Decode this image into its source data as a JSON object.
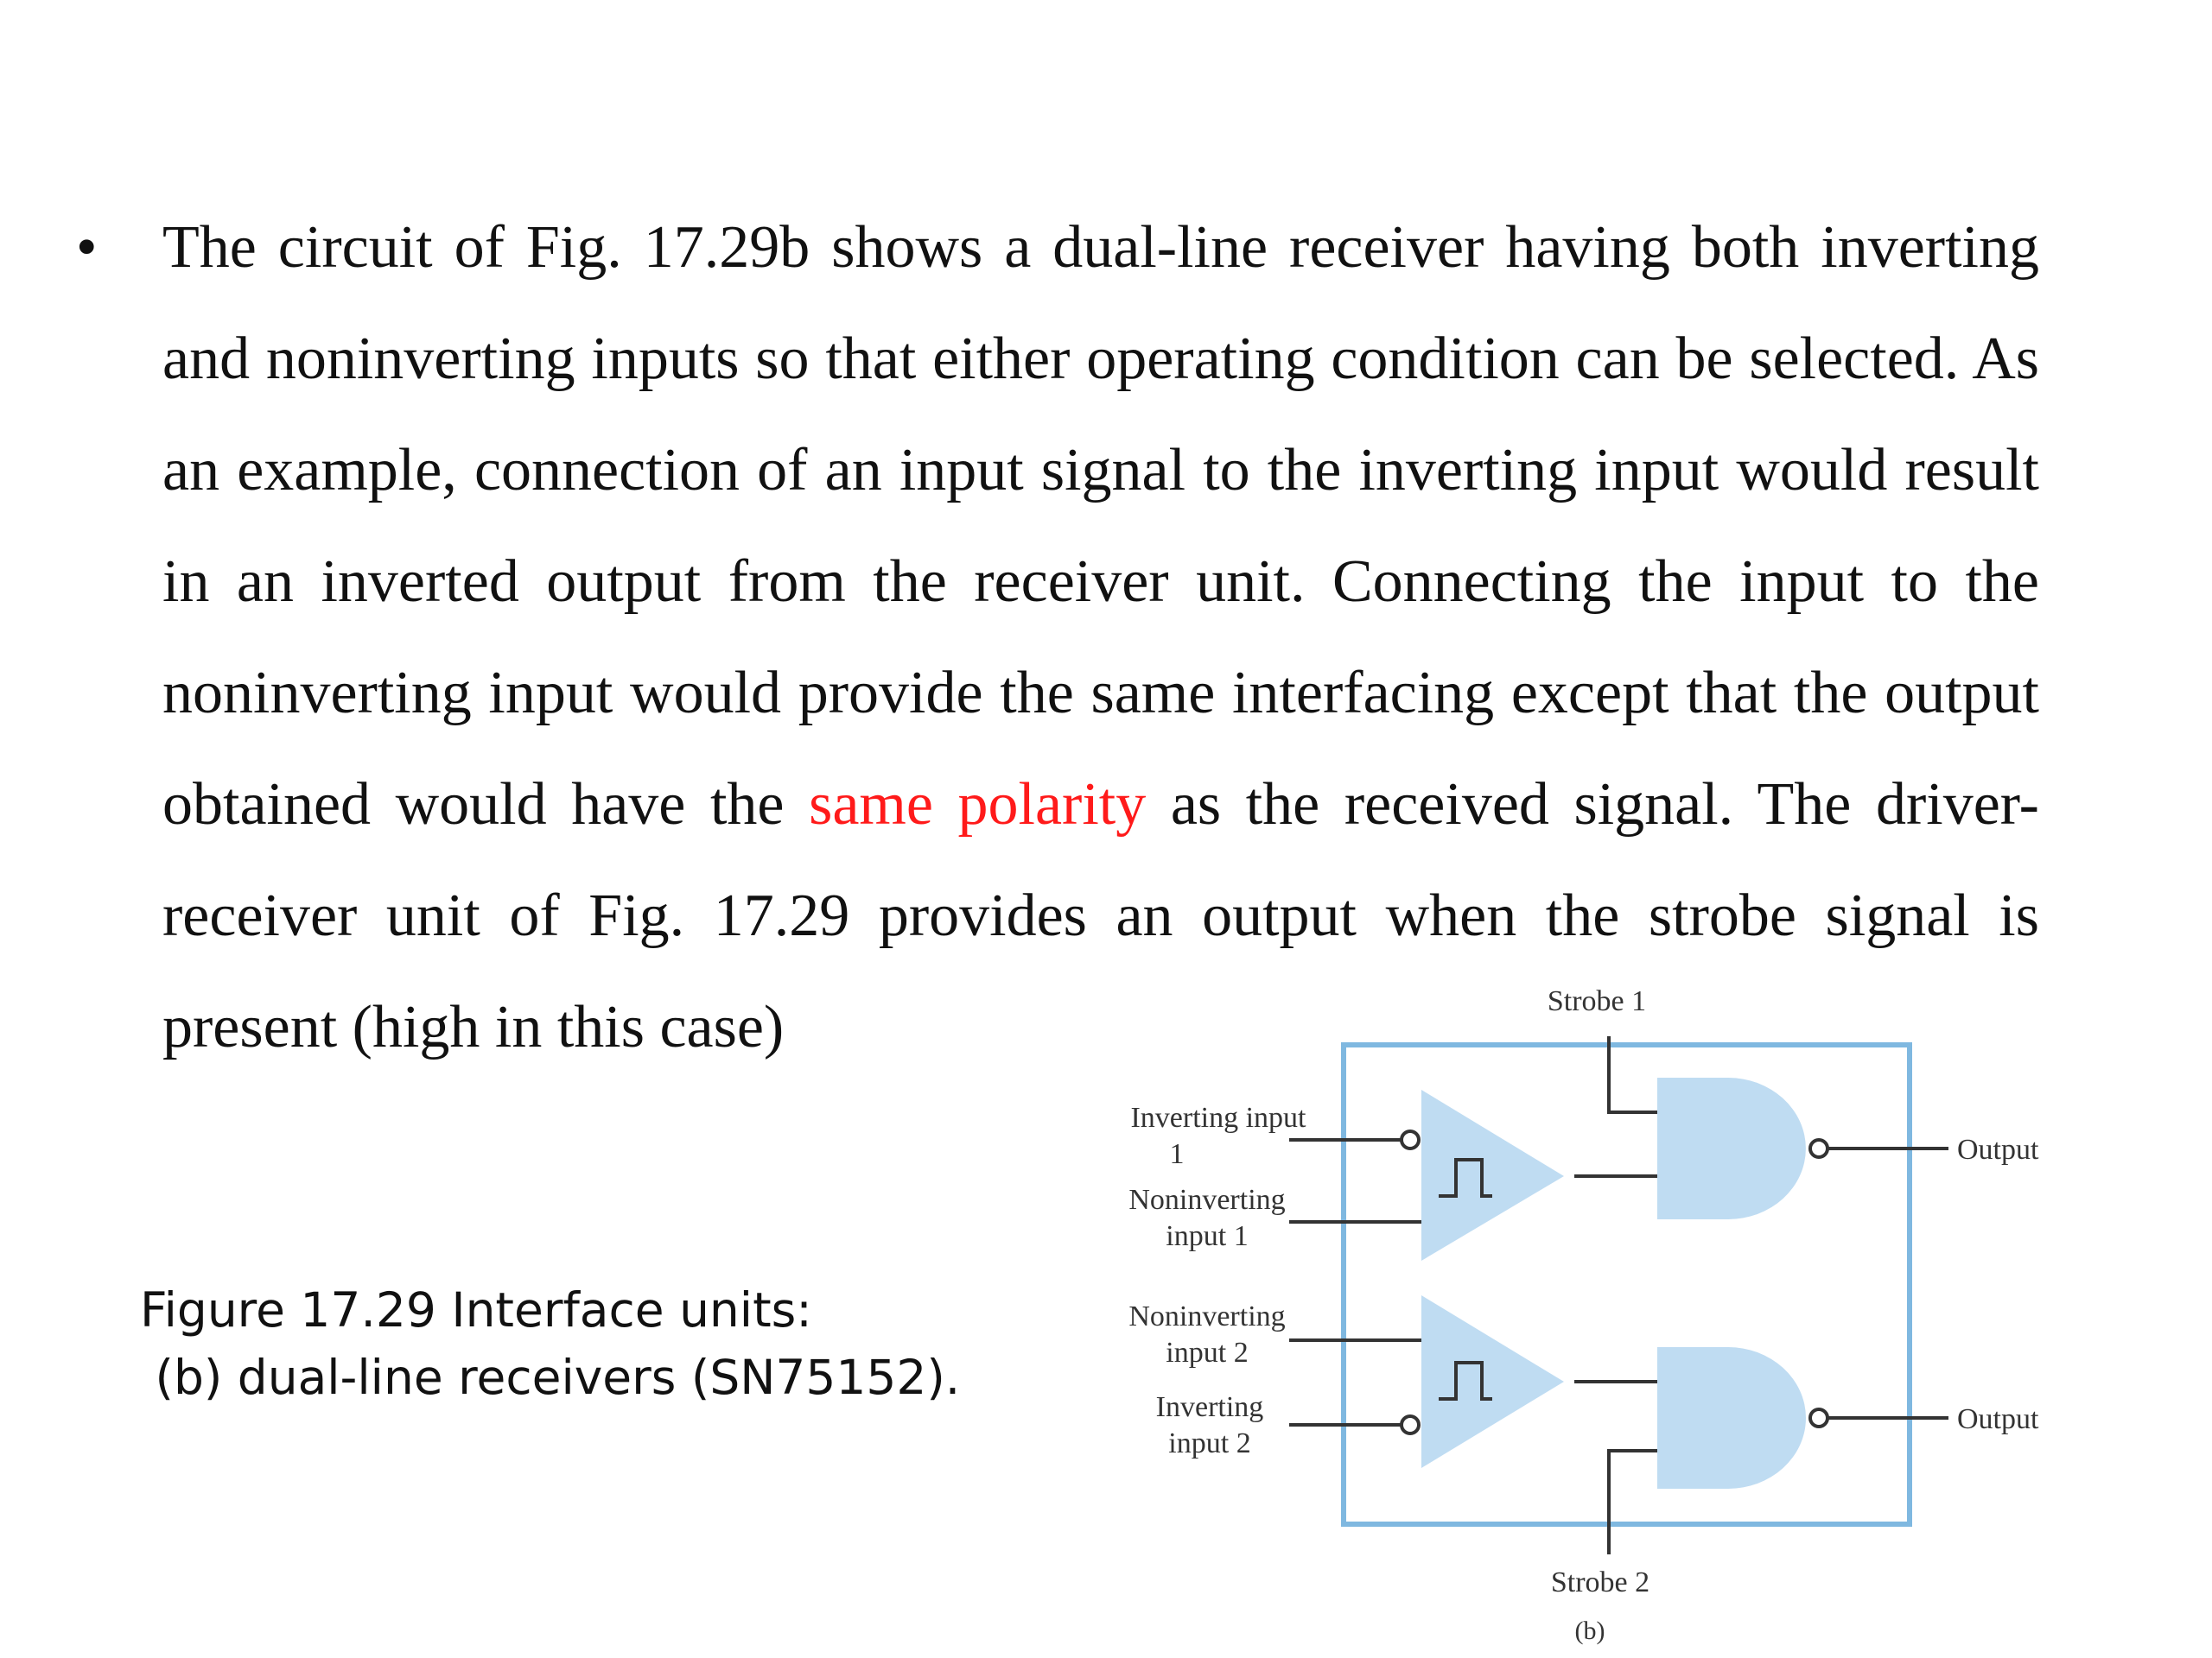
{
  "bullet_symbol": "•",
  "paragraph": {
    "before": "The circuit of Fig. 17.29b shows a dual-line receiver having both inverting and noninverting inputs so that either operating condition can be selected. As an example, connection of an input signal to the inverting input would result in an inverted output from the receiver unit. Connecting the input to the noninverting input would provide the same interfacing except that the output obtained would have the ",
    "highlight": "same polarity",
    "after": " as the received signal. The driver-receiver unit of Fig. 17.29 provides an output when the strobe signal is present (high in this case)"
  },
  "caption": {
    "line1": "Figure 17.29 Interface units:",
    "line2": " (b) dual-line receivers (SN75152)."
  },
  "diagram": {
    "strobe_1": "Strobe 1",
    "strobe_2": "Strobe 2",
    "inverting_input_1": [
      "Inverting input",
      "1"
    ],
    "noninverting_input_1": [
      "Noninverting",
      "input 1"
    ],
    "noninverting_input_2": [
      "Noninverting",
      "input 2"
    ],
    "inverting_input_2": [
      "Inverting",
      "input 2"
    ],
    "output_1": "Output",
    "output_2": "Output",
    "sublabel": "(b)",
    "colors": {
      "fill": "#bfdcf2",
      "box": "#7fb8e0",
      "line": "#333333"
    }
  }
}
